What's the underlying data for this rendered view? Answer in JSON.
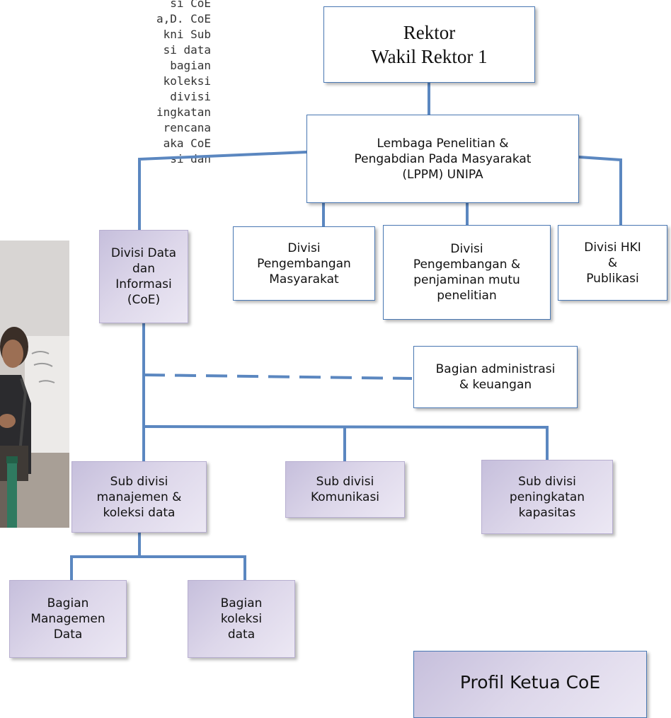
{
  "side_text": {
    "lines": [
      "si CoE",
      "a,D. CoE",
      "kni Sub",
      "si data",
      "bagian",
      "koleksi",
      "divisi",
      "ingkatan",
      "rencana",
      "aka CoE",
      "si dan"
    ]
  },
  "org_chart": {
    "rektor": {
      "line1": "Rektor",
      "line2": "Wakil Rektor 1"
    },
    "lppm": "Lembaga Penelitian &\nPengabdian Pada Masyarakat\n(LPPM) UNIPA",
    "divisi_data": "Divisi Data\ndan Informasi\n(CoE)",
    "divisi_pengembangan_masyarakat": "Divisi\nPengembangan\nMasyarakat",
    "divisi_penjaminan_mutu": "Divisi\nPengembangan &\npenjaminan mutu\npenelitian",
    "divisi_hki": "Divisi HKI\n&\nPublikasi",
    "bagian_administrasi": "Bagian administrasi\n& keuangan",
    "sub_manajemen": "Sub divisi\nmanajemen &\nkoleksi data",
    "sub_komunikasi": "Sub divisi\nKomunikasi",
    "sub_kapasitas": "Sub divisi\npeningkatan\nkapasitas",
    "bagian_managemen_data": "Bagian\nManagemen\nData",
    "bagian_koleksi_data": "Bagian\nkoleksi\ndata",
    "profil": "Profil Ketua CoE"
  },
  "colors": {
    "connector": "#5b87c0",
    "box_border": "#4a78b3",
    "purple_box": "#d9d3e8"
  }
}
